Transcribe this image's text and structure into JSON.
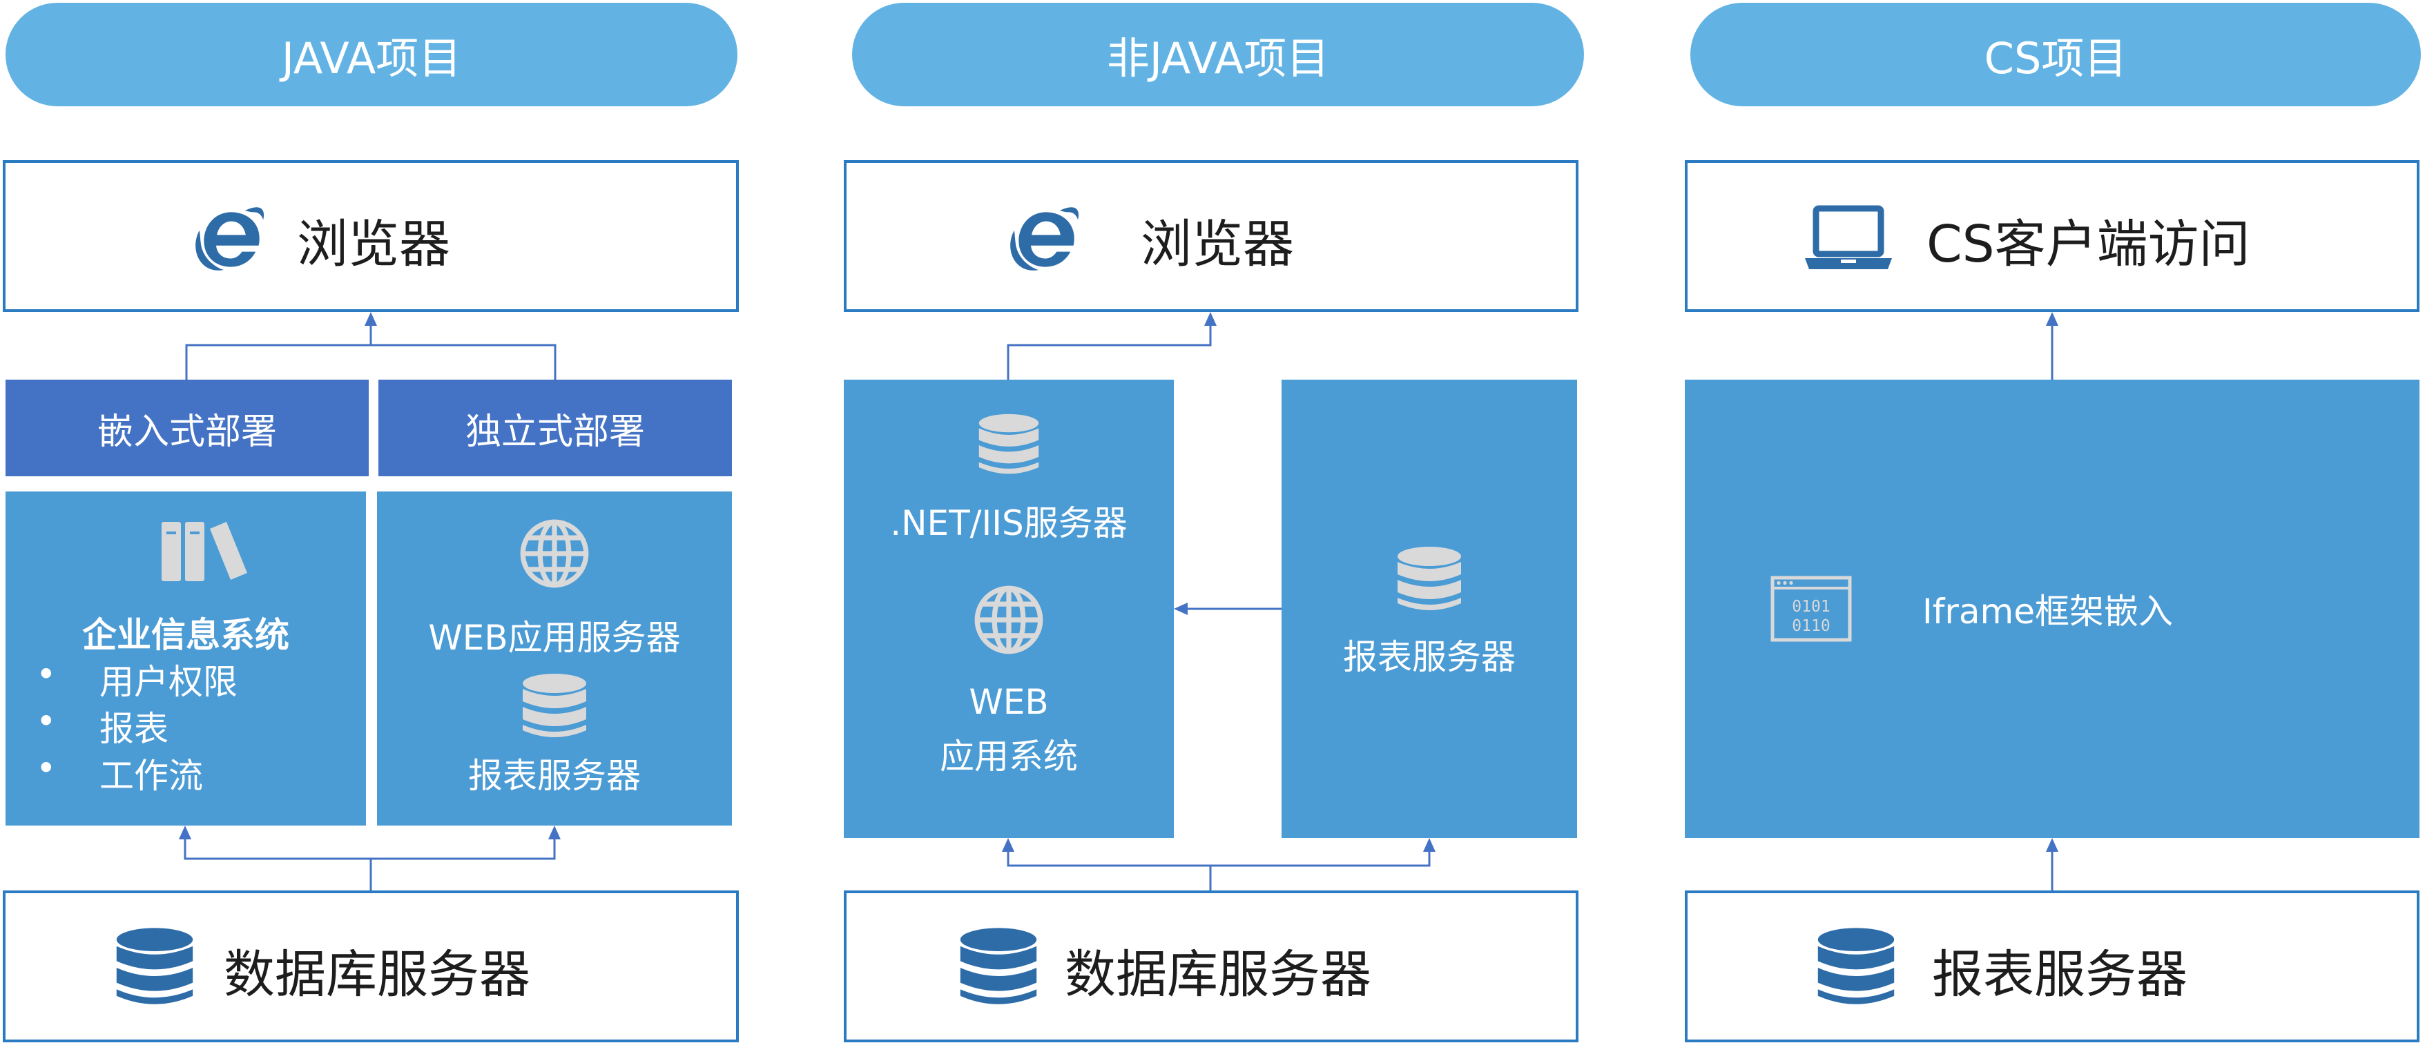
{
  "columns": [
    {
      "header": "JAVA项目",
      "top_box": {
        "label": "浏览器",
        "icon": "ie-browser-icon"
      },
      "deploy_tabs": [
        "嵌入式部署",
        "独立式部署"
      ],
      "left_panel": {
        "title": "企业信息系统",
        "bullets": [
          "用户权限",
          "报表",
          "工作流"
        ],
        "bullet_char": "•",
        "icon": "books-icon"
      },
      "right_panel": {
        "web_label": "WEB应用服务器",
        "report_label": "报表服务器"
      },
      "bottom_box": {
        "label": "数据库服务器",
        "icon": "database-icon"
      }
    },
    {
      "header": "非JAVA项目",
      "top_box": {
        "label": "浏览器",
        "icon": "ie-browser-icon"
      },
      "left_panel": {
        "server_label": ".NET/IIS服务器",
        "web_line1": "WEB",
        "web_line2": "应用系统"
      },
      "right_panel": {
        "label": "报表服务器"
      },
      "bottom_box": {
        "label": "数据库服务器",
        "icon": "database-icon"
      }
    },
    {
      "header": "CS项目",
      "top_box": {
        "label": "CS客户端访问",
        "icon": "laptop-icon"
      },
      "panel": {
        "label": "Iframe框架嵌入",
        "icon": "binary-window-icon"
      },
      "bottom_box": {
        "label": "报表服务器",
        "icon": "database-icon"
      }
    }
  ],
  "colors": {
    "pill": "#62b3e4",
    "outline": "#2b7bc2",
    "navy_tab": "#4472c4",
    "panel": "#4b9bd5",
    "icon_dark": "#2e6ca8",
    "icon_light": "#d9d9d9",
    "arrow": "#4472c4"
  }
}
